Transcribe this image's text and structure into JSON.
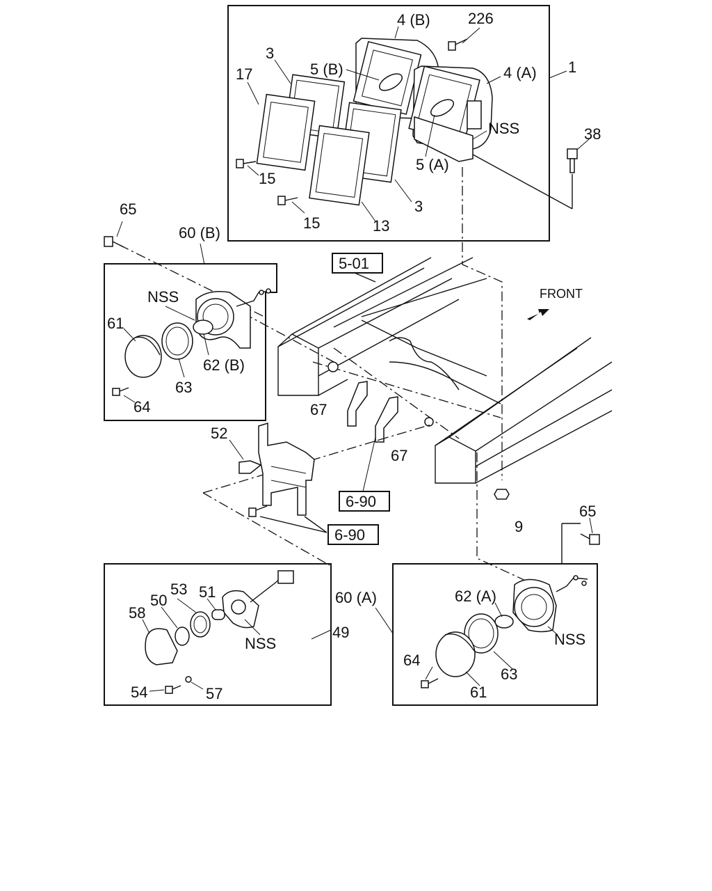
{
  "labels": {
    "l_4b": "4 (B)",
    "l_226": "226",
    "l_3a": "3",
    "l_5b": "5 (B)",
    "l_4a": "4 (A)",
    "l_1": "1",
    "l_17": "17",
    "l_nss_top": "NSS",
    "l_38": "38",
    "l_15a": "15",
    "l_5a": "5 (A)",
    "l_15b": "15",
    "l_3b": "3",
    "l_13": "13",
    "l_65a": "65",
    "l_60b": "60 (B)",
    "l_nss_b": "NSS",
    "l_61a": "61",
    "l_62b": "62 (B)",
    "l_63a": "63",
    "l_64a": "64",
    "l_67a": "67",
    "l_67b": "67",
    "l_52": "52",
    "l_9": "9",
    "l_65b": "65",
    "l_53": "53",
    "l_51": "51",
    "l_50": "50",
    "l_58": "58",
    "l_nss_49": "NSS",
    "l_49": "49",
    "l_54": "54",
    "l_57": "57",
    "l_60a": "60 (A)",
    "l_62a": "62 (A)",
    "l_nss_a": "NSS",
    "l_64b": "64",
    "l_63b": "63",
    "l_61b": "61"
  },
  "refs": {
    "r_501": "5-01",
    "r_690a": "6-90",
    "r_690b": "6-90"
  },
  "front_label": "FRONT"
}
